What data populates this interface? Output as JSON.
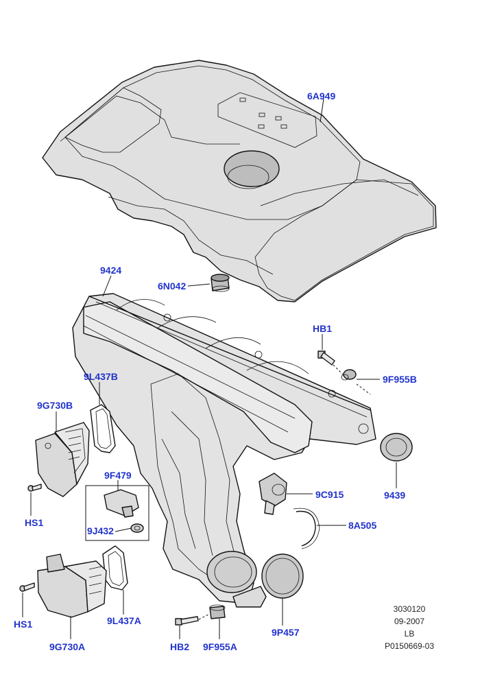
{
  "colors": {
    "label": "#2233cc",
    "line": "#111111",
    "shade": "#d9d9d9",
    "background": "#ffffff"
  },
  "labels": {
    "p6A949": "6A949",
    "p9424": "9424",
    "p6N042": "6N042",
    "pHB1": "HB1",
    "p9L437B": "9L437B",
    "p9F955B": "9F955B",
    "p9G730B": "9G730B",
    "p9439": "9439",
    "p9F479": "9F479",
    "p9C915": "9C915",
    "pHS1_top": "HS1",
    "p9J432": "9J432",
    "p8A505": "8A505",
    "pHS1_bottom": "HS1",
    "p9L437A": "9L437A",
    "p9P457": "9P457",
    "p9G730A": "9G730A",
    "pHB2": "HB2",
    "p9F955A": "9F955A"
  },
  "meta": {
    "code": "3030120",
    "date": "09-2007",
    "lang": "LB",
    "ref": "P0150669-03"
  }
}
